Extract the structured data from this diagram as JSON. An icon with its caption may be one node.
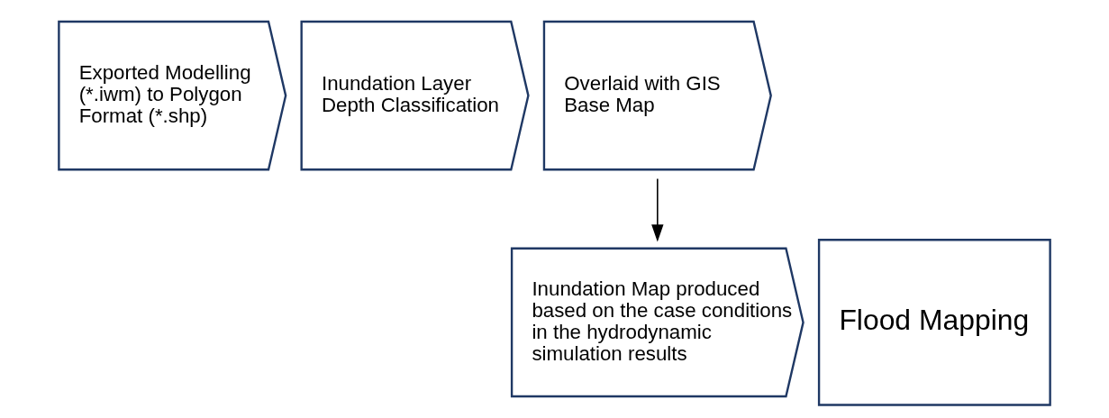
{
  "diagram": {
    "nodes": [
      {
        "text": [
          "Exported Modelling (*.iwm) to Polygon Format (*.shp)"
        ]
      },
      {
        "text": [
          "Inundation Layer Depth Classification"
        ]
      },
      {
        "text": [
          "Overlaid with GIS Base Map"
        ]
      },
      {
        "text": [
          "Inundation Map produced based on the case conditions in the hydrodynamic simulation results"
        ]
      },
      {
        "text": [
          "Flood Mapping"
        ]
      }
    ],
    "edges": [
      {
        "from": 2,
        "to": 3,
        "arrow": "to"
      }
    ]
  }
}
